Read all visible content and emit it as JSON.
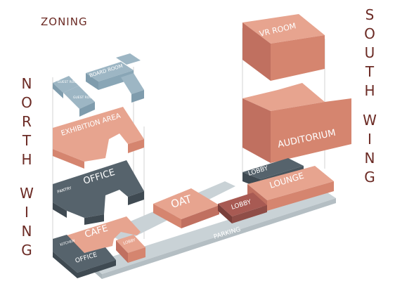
{
  "title": "ZONING",
  "north_wing": {
    "word1": "NORTH",
    "word2": "WING"
  },
  "south_wing": {
    "word1": "SOUTH",
    "word2": "WING"
  },
  "labels": {
    "vr_room": "VR ROOM",
    "auditorium": "AUDITORIUM",
    "board_room": "BOARD ROOM",
    "guest_rooms": "GUEST ROOMS",
    "exhibition_area": "EXHIBITION AREA",
    "office": "OFFICE",
    "pantry": "PANTRY",
    "oat": "OAT",
    "lobby": "LOBBY",
    "lounge": "LOUNGE",
    "cafe": "CAFE",
    "kitchen": "KITCHEN",
    "parking": "PARKING"
  },
  "colors": {
    "salmon_top": "#e7a48f",
    "salmon_side": "#d5856f",
    "salmon_dark": "#c07060",
    "slate_top": "#56636c",
    "slate_side": "#3f4a52",
    "blue_top": "#9db6c4",
    "blue_side": "#7f9cad",
    "ground_top": "#c9d2d6",
    "ground_side": "#aab5ba",
    "maroon": "#8f4d47",
    "text_dark": "#6b2a24"
  }
}
